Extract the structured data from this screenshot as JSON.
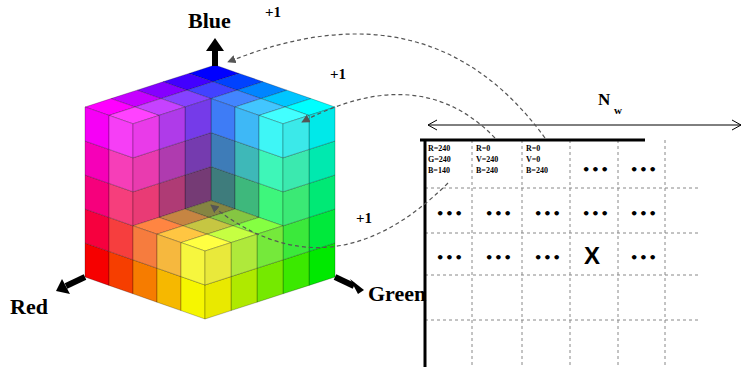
{
  "diagram": {
    "labels": [
      "+1",
      "Blue",
      "+1",
      "N",
      "w",
      "R=240",
      "G=240",
      "B=140",
      "R=0",
      "V=240",
      "B=240",
      "R=0",
      "V=0",
      "B=240",
      "•••",
      "•••",
      "•••",
      "•••",
      "•••",
      "•••",
      "•••",
      "+1",
      "•••",
      "•••",
      "•••",
      "X",
      "•••",
      "Green",
      "Red"
    ]
  }
}
